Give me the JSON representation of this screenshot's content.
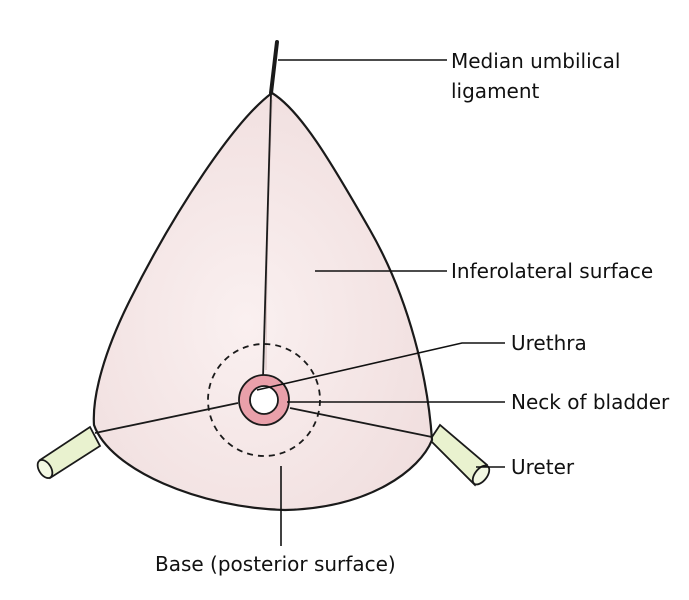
{
  "labels": {
    "median_umbilical_line1": "Median umbilical",
    "median_umbilical_line2": "ligament",
    "inferolateral_surface": "Inferolateral surface",
    "urethra": "Urethra",
    "neck_of_bladder": "Neck of bladder",
    "ureter": "Ureter",
    "base": "Base (posterior surface)"
  },
  "colors": {
    "bladder_fill": "#f6e8e8",
    "bladder_outline": "#1a1a1a",
    "ureter_fill": "#e9f2cf",
    "neck_ring": "#e9a0aa",
    "ligament": "#1a1a1a"
  }
}
